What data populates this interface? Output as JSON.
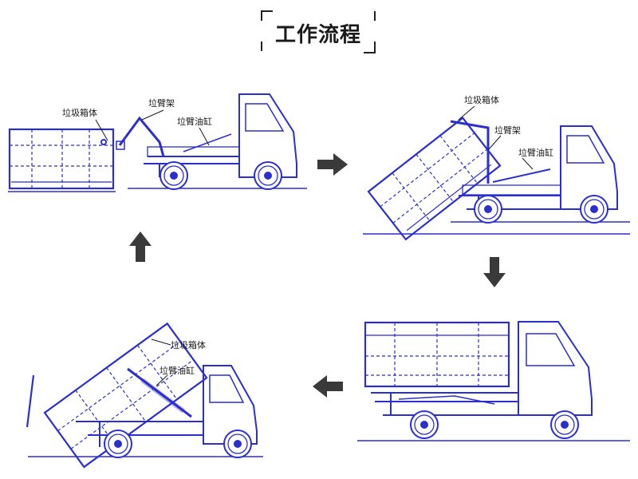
{
  "title": "工作流程",
  "labels": {
    "box": "垃圾箱体",
    "arm_frame": "垃臂架",
    "arm_cylinder": "垃臂油缸"
  },
  "colors": {
    "line": "#2b2fcf",
    "arrow": "#3a3a3a",
    "text": "#1a1a1a"
  },
  "steps": [
    {
      "step": 1,
      "labels": [
        "垃圾箱体",
        "垃臂架",
        "垃臂油缸"
      ]
    },
    {
      "step": 2,
      "labels": [
        "垃圾箱体",
        "垃臂架",
        "垃臂油缸"
      ]
    },
    {
      "step": 3,
      "labels": []
    },
    {
      "step": 4,
      "labels": [
        "垃圾箱体",
        "垃臂油缸"
      ]
    }
  ],
  "flow_arrows": [
    "right",
    "down",
    "left",
    "up"
  ]
}
